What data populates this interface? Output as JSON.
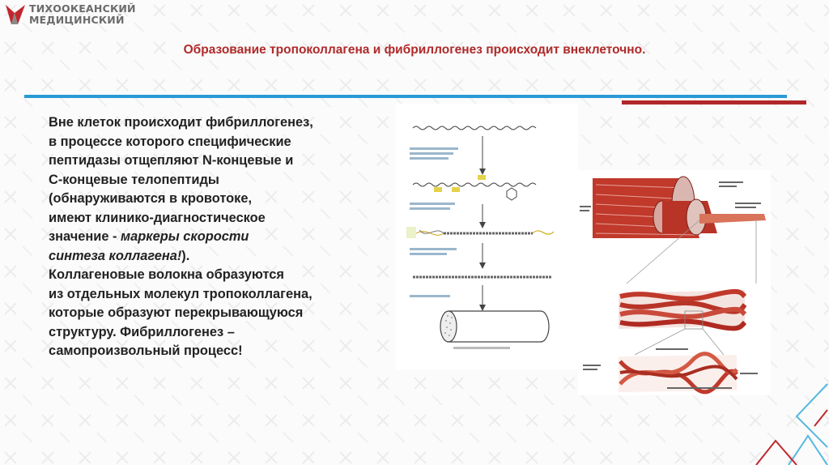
{
  "logo": {
    "line1": "ТИХООКЕАНСКИЙ",
    "line2": "МЕДИЦИНСКИЙ",
    "icon": "tgmu-logo-icon"
  },
  "title": "Образование тропоколлагена и фибриллогенез происходит внеклеточно.",
  "body": {
    "l1": "Вне клеток происходит фибриллогенез,",
    "l2": "в процессе которого специфические",
    "l3": "пептидазы отщепляют N-концевые и",
    "l4": "C-концевые телопептиды",
    "l5": "(обнаруживаются в кровотоке,",
    "l6": "имеют клинико-диагностическое",
    "l7a": "значение - ",
    "l7b": "маркеры скорости",
    "l8a": "синтеза коллагена!",
    "l8b": ").",
    "l9": "Коллагеновые волокна образуются",
    "l10": "из отдельных молекул тропоколлагена,",
    "l11": "которые образуют перекрывающуюся",
    "l12": "структуру. Фибриллогенез –",
    "l13": "самопроизвольный процесс!"
  },
  "colors": {
    "title_red": "#b02a2a",
    "rule_blue": "#2a9ad6",
    "rule_red": "#b0272a",
    "fiber_red": "#c0392b"
  }
}
